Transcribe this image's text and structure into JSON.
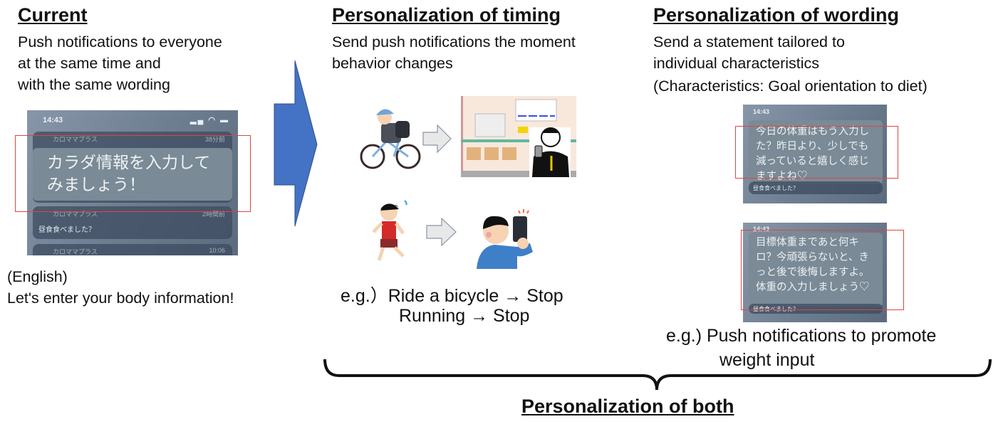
{
  "current": {
    "heading": "Current",
    "lines": [
      "Push notifications to everyone",
      "at the same time and",
      "with the same wording"
    ],
    "phone": {
      "time": "14:43",
      "app_name": "カロママプラス",
      "notif1_time": "38分前",
      "notif1_text": "カラダ情報を入力してみましょう！",
      "notif2_time": "2時間前",
      "notif2_text": "昼食食べました？",
      "notif3_time": "10:06"
    },
    "english_label": "(English)",
    "english_text": "Let's enter your body information!"
  },
  "timing": {
    "heading": "Personalization of timing",
    "lines": [
      "Send push notifications the moment",
      "behavior changes"
    ],
    "example_1": "e.g.）Ride a bicycle → Stop",
    "example_2": "Running → Stop"
  },
  "wording": {
    "heading": "Personalization of wording",
    "lines": [
      "Send a statement tailored to",
      "individual characteristics",
      "(Characteristics: Goal orientation to diet)"
    ],
    "phone1": {
      "time": "14:43",
      "text": "今日の体重はもう入力した？昨日より、少しでも減っていると嬉しく感じますよね♡",
      "sub": "昼食食べました？"
    },
    "phone2": {
      "time": "14:43",
      "text": "目標体重まであと何キロ？今頑張らないと、きっと後で後悔しますよ。体重の入力しましょう♡",
      "sub": "昼食食べました？"
    },
    "example_1": "e.g.) Push notifications to promote",
    "example_2": "weight input"
  },
  "both": {
    "label": "Personalization of both"
  },
  "colors": {
    "arrow": "#4472c4",
    "highlight": "#e0453f"
  }
}
